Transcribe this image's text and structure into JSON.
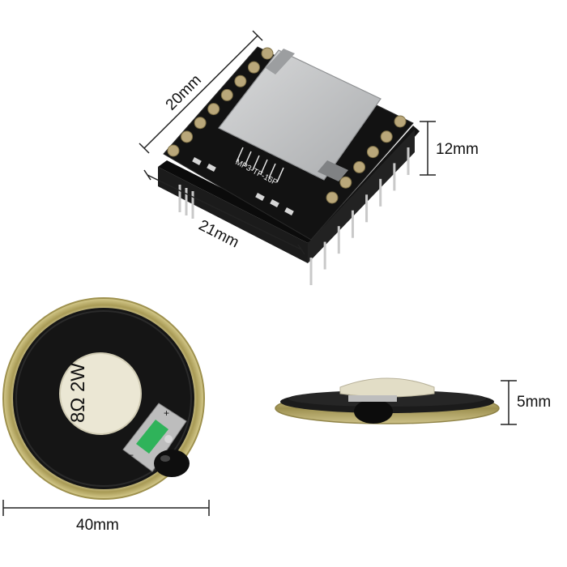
{
  "dimensions": {
    "module_width": "20mm",
    "module_length": "21mm",
    "module_height": "12mm",
    "speaker_diameter": "40mm",
    "speaker_thickness": "5mm"
  },
  "module": {
    "silkscreen": "MP3-TF-16P"
  },
  "speaker": {
    "rating_label": "8Ω 2W",
    "plus_mark": "+",
    "minus_mark": "−"
  },
  "colors": {
    "pcb": "#111111",
    "sd_slot": "#bfc1c3",
    "pin_gold": "#b9a77a",
    "speaker_rim": "#c8b870",
    "speaker_foam": "#1a1a1a",
    "speaker_cap": "#ece8d6",
    "terminal_green": "#2fb35a"
  }
}
